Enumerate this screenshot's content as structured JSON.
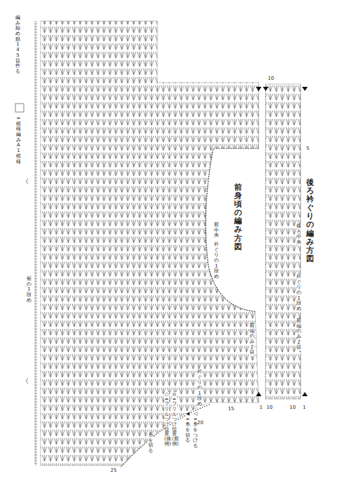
{
  "diagram": {
    "title": "後ろ衿ぐりの編み方図",
    "labels": [
      "前身頃の編み方図",
      "前中央",
      "衿ぐりの1段め",
      "後ろ中央",
      "衿ぐりの1段め",
      "前端のみ2目",
      "前端のみ2目",
      "衿ぐりの1段め",
      "糸を切る",
      "◁ =糸をつける",
      "◀ =糸を切る",
      "◎ =フリルつけ位置(前側)",
      "○ =フリルつけ位置(後側)",
      "編み始め 鎖145目作る",
      "裾の1段め",
      "10",
      "10",
      "1",
      "5",
      "15",
      "20",
      "25",
      "10",
      "1"
    ],
    "legend": [
      {
        "text": "=模様編みA 1模様"
      }
    ]
  }
}
